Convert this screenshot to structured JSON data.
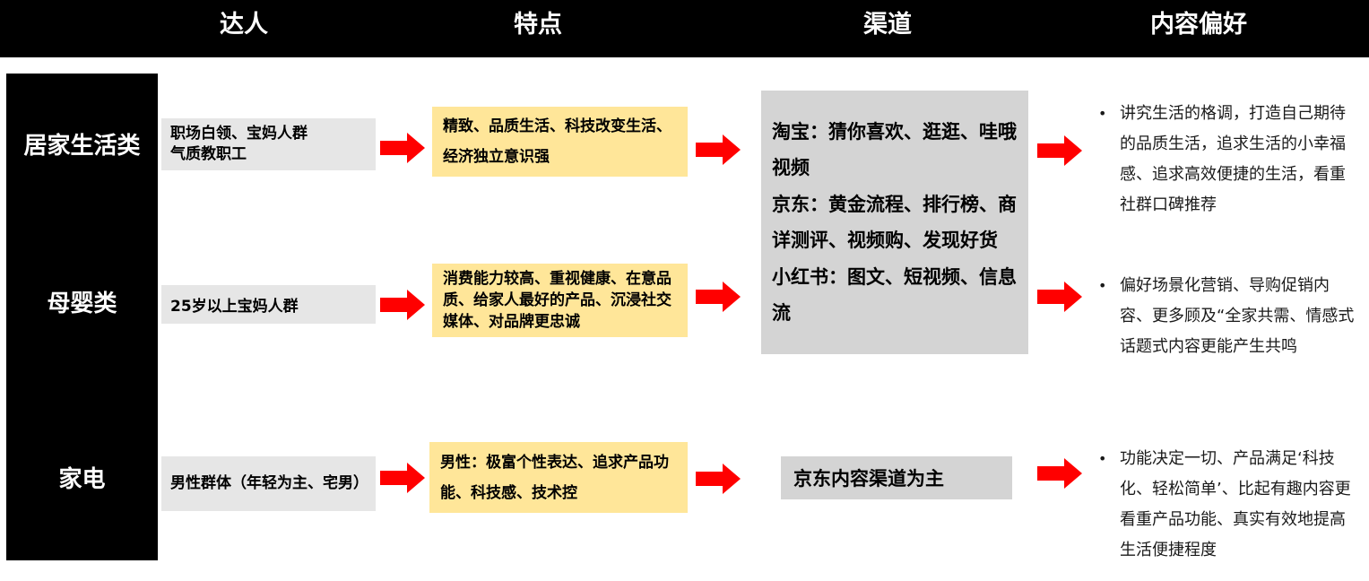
{
  "headers": {
    "influencer": "达人",
    "traits": "特点",
    "channels": "渠道",
    "content_preference": "内容偏好"
  },
  "rows": [
    {
      "category": "居家生活类",
      "audience": "职场白领、宝妈人群\n气质教职工",
      "traits": "精致、品质生活、科技改变生活、经济独立意识强",
      "preference": "讲究生活的格调，打造自己期待的品质生活，追求生活的小幸福感、追求高效便捷的生活，看重社群口碑推荐"
    },
    {
      "category": "母婴类",
      "audience": "25岁以上宝妈人群",
      "traits": "消费能力较高、重视健康、在意品质、给家人最好的产品、沉浸社交媒体、对品牌更忠诚",
      "preference": "偏好场景化营销、导购促销内容、更多顾及“全家共需、情感式话题式内容更能产生共鸣"
    },
    {
      "category": "家电",
      "audience": "男性群体（年轻为主、宅男）",
      "traits": "男性：极富个性表达、追求产品功能、科技感、技术控",
      "preference": "功能决定一切、产品满足‘科技化、轻松简单’、比起有趣内容更看重产品功能、真实有效地提高生活便捷程度"
    }
  ],
  "channels": {
    "shared": "淘宝：猜你喜欢、逛逛、哇哦视频\n京东：黄金流程、排行榜、商详测评、视频购、发现好货\n小红书：图文、短视频、信息流",
    "appliance": "京东内容渠道为主"
  },
  "bullet_glyph": "•",
  "colors": {
    "header_bg": "#000000",
    "audience_box": "#e6e6e6",
    "traits_box": "#ffe699",
    "channel_box": "#d4d4d4",
    "arrow": "#ff0000"
  }
}
